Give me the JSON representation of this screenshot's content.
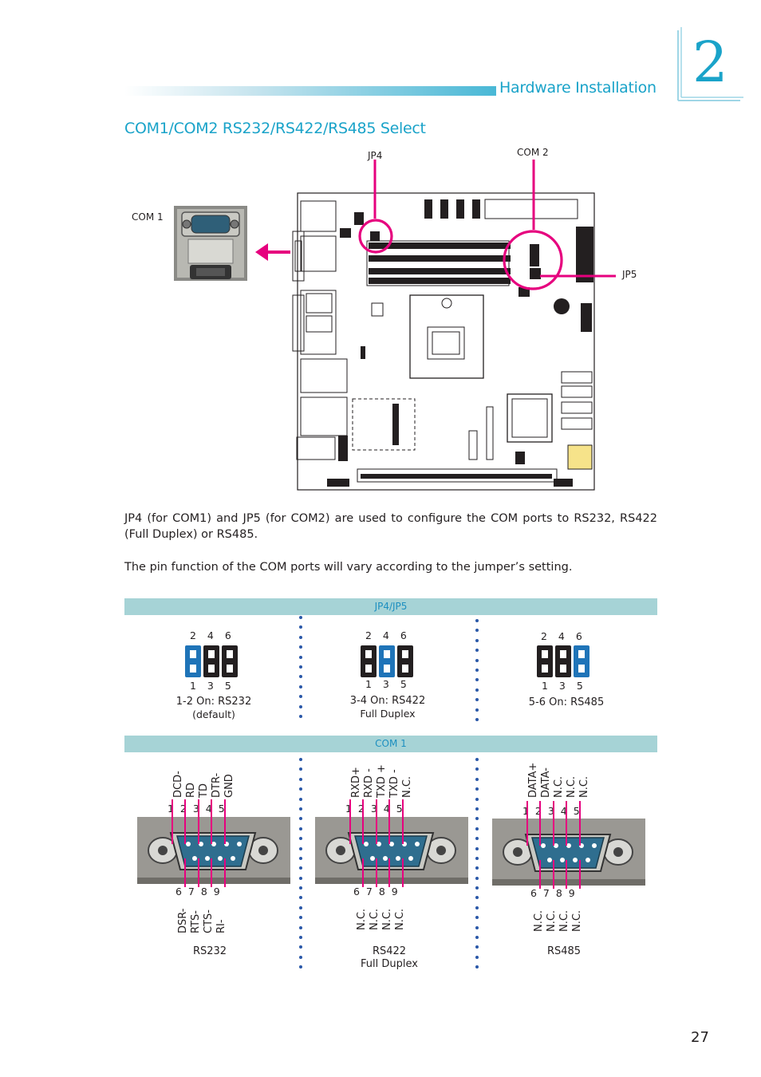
{
  "header": {
    "section": "Hardware Installation",
    "chapter": "2"
  },
  "title": "COM1/COM2 RS232/RS422/RS485 Select",
  "board": {
    "label_jp4": "JP4",
    "label_com2": "COM 2",
    "label_com1": "COM 1",
    "label_jp5": "JP5"
  },
  "paragraph1": "JP4 (for COM1) and JP5 (for COM2) are used to configure the COM ports to RS232, RS422 (Full Duplex) or RS485.",
  "paragraph2": "The pin function of the COM ports will vary according to the jumper’s setting.",
  "jumper_band": "JP4/JP5",
  "jumpers": [
    {
      "top": "2 4 6",
      "bottom": "1 3 5",
      "caption": "1-2 On: RS232",
      "sub": "(default)",
      "on": 0
    },
    {
      "top": "2 4 6",
      "bottom": "1 3 5",
      "caption": "3-4 On: RS422",
      "sub": "Full Duplex",
      "on": 1
    },
    {
      "top": "2 4 6",
      "bottom": "1 3 5",
      "caption": "5-6 On: RS485",
      "sub": "",
      "on": 2
    }
  ],
  "com_band": "COM 1",
  "connectors": [
    {
      "top_labels": [
        "DCD-",
        "RD",
        "TD",
        "DTR-",
        "GND"
      ],
      "top_pins": "1 2 3 4 5",
      "bottom_pins": "6 7 8 9",
      "bottom_labels": [
        "DSR-",
        "RTS-",
        "CTS-",
        "RI-"
      ],
      "caption": "RS232",
      "sub": ""
    },
    {
      "top_labels": [
        "RXD+",
        "RXD -",
        "TXD +",
        "TXD -",
        "N.C."
      ],
      "top_pins": "1 2 3 4 5",
      "bottom_pins": "6 7 8 9",
      "bottom_labels": [
        "N.C.",
        "N.C.",
        "N.C.",
        "N.C."
      ],
      "caption": "RS422",
      "sub": "Full Duplex"
    },
    {
      "top_labels": [
        "DATA+",
        "DATA-",
        "N.C.",
        "N.C.",
        "N.C."
      ],
      "top_pins": "1 2 3 4 5",
      "bottom_pins": "6 7 8 9",
      "bottom_labels": [
        "N.C.",
        "N.C.",
        "N.C.",
        "N.C."
      ],
      "caption": "RS485",
      "sub": ""
    }
  ],
  "page_number": "27",
  "colors": {
    "accent": "#1aa3c9",
    "band": "#a6d3d6",
    "magenta": "#e6007e",
    "jumper_on": "#1f74b8"
  }
}
